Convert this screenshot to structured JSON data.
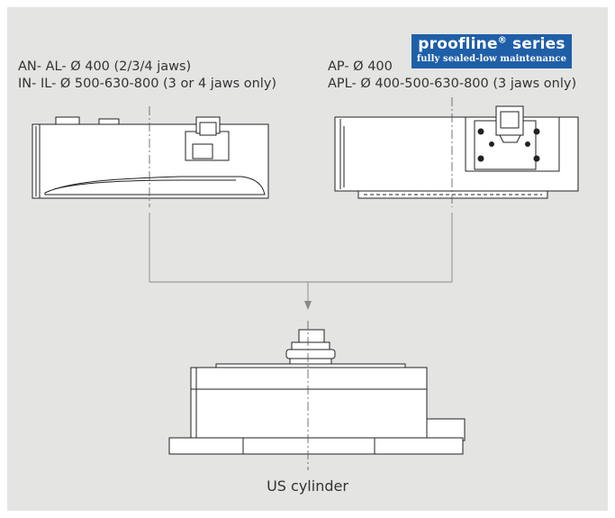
{
  "left_label": {
    "line1": "AN- AL- Ø 400 (2/3/4 jaws)",
    "line2": "IN- IL- Ø 500-630-800 (3 or 4 jaws only)"
  },
  "right_label": {
    "line1": "AP- Ø 400",
    "line2": "APL- Ø 400-500-630-800 (3 jaws only)"
  },
  "badge": {
    "title": "proofline",
    "registered": "®",
    "title_suffix": " series",
    "subtitle": "fully sealed-low maintenance",
    "color": "#1f5fa8"
  },
  "caption": "US cylinder"
}
